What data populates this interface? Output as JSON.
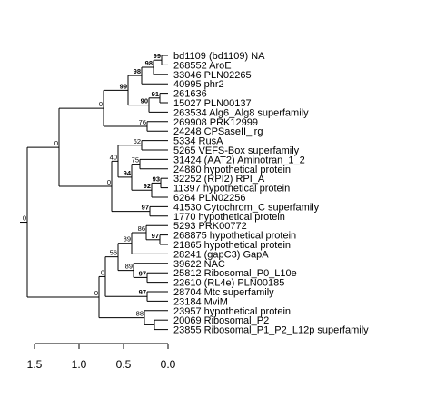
{
  "leaves": [
    "bd1109 (bd1109) NA",
    "268552 AroE",
    "33046 PLN02265",
    "40995 phr2",
    "261636",
    "15027 PLN00137",
    "263534 Alg6_Alg8 superfamily",
    "269908 PRK12999",
    "24248 CPSaseII_lrg",
    "5334 RusA",
    "5265 VEFS-Box superfamily",
    "31424 (AAT2) Aminotran_1_2",
    "24880 hypothetical protein",
    "32252 (RPI2) RPI_A",
    "11397 hypothetical protein",
    "6264 PLN02256",
    "41530 Cytochrom_C superfamily",
    "1770 hypothetical protein",
    "5293 PRK00772",
    "268875 hypothetical protein",
    "21865 hypothetical protein",
    "28241 (gapC3) GapA",
    "39622 NAC",
    "25812 Ribosomal_P0_L10e",
    "22610 (RL4e) PLN00185",
    "28704 Mtc superfamily",
    "23184 MviM",
    "23957 hypothetical protein",
    "20069 Ribosomal_P2",
    "23855 Ribosomal_P1_P2_L12p superfamily"
  ],
  "bootstrap": {
    "n_bd_aroe": "99",
    "n_bd_33046": "98",
    "n_top4": "98",
    "n_261_15027": "91",
    "n_261_263534": "90",
    "n_top7": "99",
    "n_269908": "76",
    "n_top9": "0",
    "n_rusa": "62",
    "n_rpi": "93",
    "n_11397": "92",
    "n_aat2": "75",
    "n_aat2_rpi": "94",
    "n_rusa_aat2": "40",
    "n_cyt": "97",
    "n_mid": "0",
    "n_upper": "0",
    "n_268875": "97",
    "n_5293": "86",
    "n_nac": "89",
    "n_25812": "97",
    "n_5293_gapc": "89",
    "n_5293_nac": "56",
    "n_mtc": "97",
    "n_lower_a": "0",
    "n_p2": "88",
    "n_lower": "0",
    "n_root": "0"
  },
  "axis": {
    "ticks": [
      "1.5",
      "1.0",
      "0.5",
      "0.0"
    ]
  }
}
